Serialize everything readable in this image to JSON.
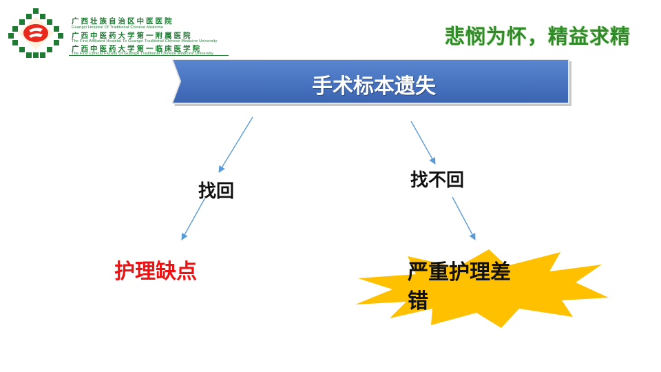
{
  "header": {
    "cn_line1": "广西壮族自治区中医医院",
    "en_line1": "Guangxi Hospital Of Traditional Chinese Medicine",
    "cn_line2": "广西中医药大学第一附属医院",
    "en_line2": "The First Affiliated Hospital To Guangxi Traditional Chinese Medicine University",
    "cn_line3": "广西中医药大学第一临床医学院",
    "en_line3": "The First Clinical Faculty Of Guangxi Traditional Chinese Medicine University",
    "logo_icon": "hospital-logo-icon",
    "accent_color": "#1f7a34"
  },
  "motto": "悲悯为怀，精益求精",
  "diagram": {
    "title": "手术标本遗失",
    "title_color": "#4472c4",
    "branches": [
      {
        "label": "找回",
        "outcome": "护理缺点",
        "outcome_color": "#ee1111"
      },
      {
        "label": "找不回",
        "outcome": "严重护理差错",
        "burst_color": "#ffc000"
      }
    ],
    "arrow_color": "#5b9bd5"
  }
}
